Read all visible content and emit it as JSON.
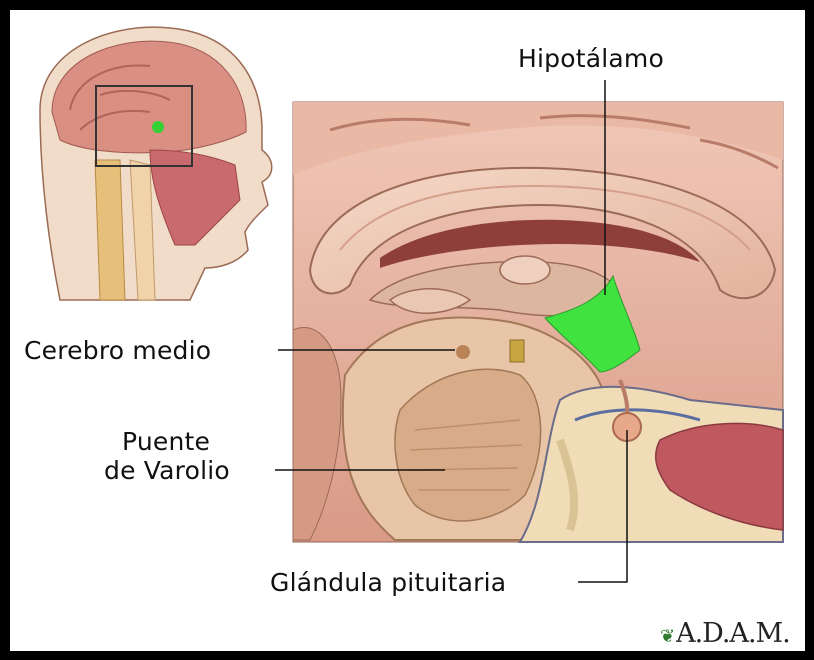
{
  "labels": {
    "hypothalamus": "Hipotálamo",
    "midbrain": "Cerebro medio",
    "pons_line1": "Puente",
    "pons_line2": "de Varolio",
    "pituitary": "Glándula pituitaria"
  },
  "logo": {
    "text": "A.D.A.M.",
    "icon": "leaf-icon"
  },
  "colors": {
    "frame": "#000000",
    "background": "#ffffff",
    "brain_tissue": "#e7b4a0",
    "hypothalamus": "#3fe23f",
    "leader_lines": "#111111"
  }
}
